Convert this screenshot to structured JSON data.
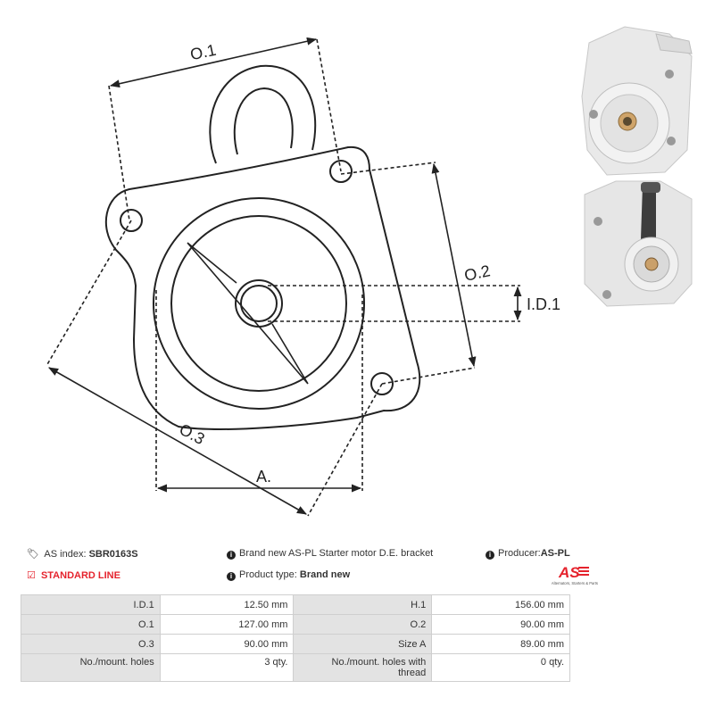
{
  "drawing": {
    "labels": {
      "o1": "O.1",
      "o2": "O.2",
      "o3": "O.3",
      "id1": "I.D.1",
      "a": "A."
    }
  },
  "info": {
    "as_index_label": "AS index:",
    "as_index_value": "SBR0163S",
    "line_label": "STANDARD LINE",
    "description": "Brand new AS-PL Starter motor D.E. bracket",
    "product_type_label": "Product type:",
    "product_type_value": "Brand new",
    "producer_label": "Producer:",
    "producer_value": "AS-PL",
    "logo_text": "AS",
    "logo_tagline": "Alternators, Starters & Parts"
  },
  "specs": {
    "rows": [
      {
        "l1": "I.D.1",
        "v1": "12.50 mm",
        "l2": "H.1",
        "v2": "156.00 mm"
      },
      {
        "l1": "O.1",
        "v1": "127.00 mm",
        "l2": "O.2",
        "v2": "90.00 mm"
      },
      {
        "l1": "O.3",
        "v1": "90.00 mm",
        "l2": "Size A",
        "v2": "89.00 mm"
      },
      {
        "l1": "No./mount. holes",
        "v1": "3 qty.",
        "l2": "No./mount. holes with thread",
        "v2": "0 qty."
      }
    ]
  },
  "colors": {
    "accent": "#e5232d",
    "label_bg": "#e3e3e3",
    "border": "#cfcfcf"
  }
}
